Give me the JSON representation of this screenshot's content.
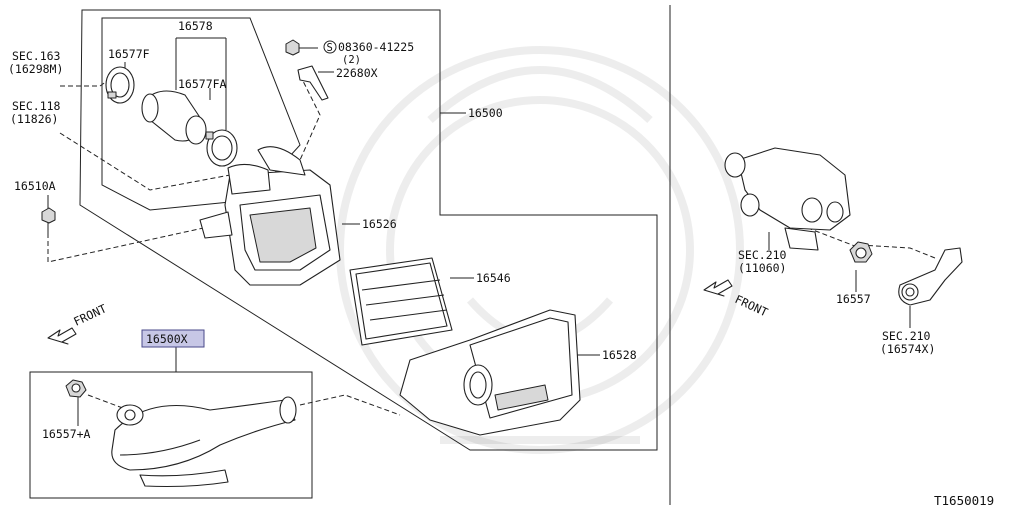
{
  "labels": {
    "p16578": "16578",
    "p16577F": "16577F",
    "p16577FA": "16577FA",
    "bolt_spec": "08360-41225",
    "bolt_qty": "(2)",
    "p22680X": "22680X",
    "p16500": "16500",
    "sec163": "SEC.163",
    "sec163_ref": "(16298M)",
    "sec118": "SEC.118",
    "sec118_ref": "(11826)",
    "p16510A": "16510A",
    "p16526": "16526",
    "p16546": "16546",
    "p16528": "16528",
    "front_left": "FRONT",
    "p16500X": "16500X",
    "p16557A": "16557+A",
    "sec210a": "SEC.210",
    "sec210a_ref": "(11060)",
    "p16557": "16557",
    "sec210b": "SEC.210",
    "sec210b_ref": "(16574X)",
    "front_right": "FRONT",
    "diagram_id": "T1650019"
  },
  "symbols": {
    "screw_mark": "S"
  },
  "colors": {
    "highlight_fill": "#c7c7e6",
    "line": "#222222"
  },
  "icons": [
    "front-arrow-icon",
    "screw-symbol-icon",
    "watermark-emblem"
  ]
}
